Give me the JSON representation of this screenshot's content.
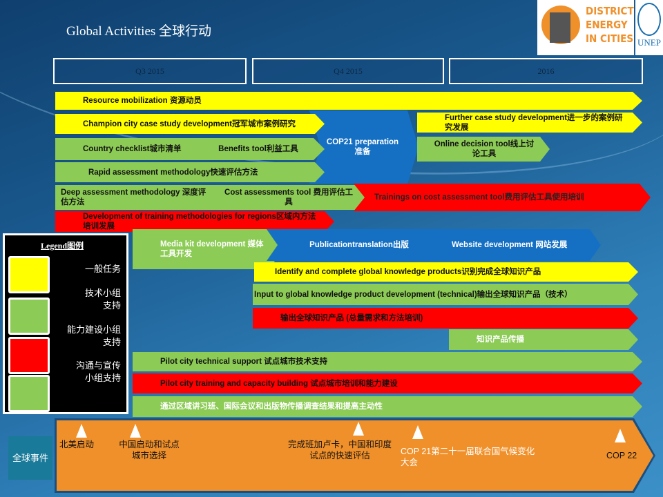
{
  "title": "Global Activities 全球行动",
  "logo": {
    "district": "DISTRICT",
    "energy": "ENERGY",
    "cities": "IN CITIES",
    "unep": "UNEP"
  },
  "periods": [
    "Q3 2015",
    "Q4 2015",
    "2016"
  ],
  "activities": {
    "resource": "Resource mobilization 资源动员",
    "champion": "Champion city case study development冠军城市案例研究",
    "further": "Further case study development进一步的案例研究发展",
    "cop21": "COP21 preparation准备",
    "checklist": "Country checklist城市清单",
    "benefits": "Benefits tool利益工具",
    "online": "Online decision tool线上讨论工具",
    "rapid": "Rapid assessment methodology快速评估方法",
    "deep": "Deep assessment methodology 深度评估方法",
    "cost": "Cost assessments tool 费用评估工具",
    "trainings": "Trainings on cost assessment tool费用评估工具使用培训",
    "devtraining": "Development of training methodologies for regions区域内方法培训发展",
    "media": "Media kit development 媒体工具开发",
    "publication": "Publicationtranslation出版",
    "website": "Website development 网站发展",
    "identify": "Identify and complete global knowledge products识别完成全球知识产品",
    "input": "Input to global knowledge product development (technical)输出全球知识产品（技术）",
    "output": "输出全球知识产品 (总量需求和方法培训)",
    "dissemination": "知识产品传播",
    "pilot_tech": "Pilot city technical support 试点城市技术支持",
    "pilot_training": "Pilot city training and capacity building 试点城市培训和能力建设",
    "outreach": "通过区域讲习班、国际会议和出版物传播调查结果和提高主动性"
  },
  "legend": {
    "title": "Legend图例",
    "items": [
      {
        "label": "一般任务",
        "color": "#ffff00"
      },
      {
        "label": "技术小组支持",
        "color": "#8ccb55"
      },
      {
        "label": "能力建设小组支持",
        "color": "#ff0000"
      },
      {
        "label": "沟通与宣传小组支持",
        "color": "#8ccb55"
      }
    ]
  },
  "timeline": {
    "label": "全球事件",
    "events": [
      "北美启动",
      "中国启动和试点城市选择",
      "完成班加卢卡，中国和印度试点的快速评估",
      "COP 21第二十一届联合国气候变化大会",
      "COP 22"
    ]
  }
}
